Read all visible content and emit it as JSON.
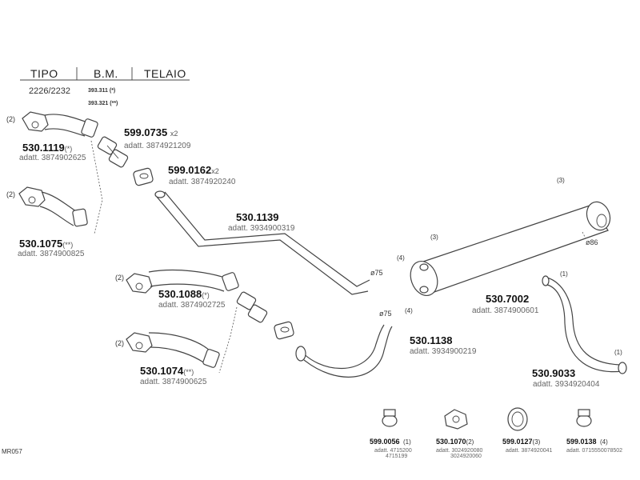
{
  "header": {
    "tipo_label": "TIPO",
    "bm_label": "B.M.",
    "telaio_label": "TELAIO",
    "model": "2226/2232",
    "bm_code_1": "393.311",
    "bm_code_1_mark": "(*)",
    "bm_code_2": "393.321",
    "bm_code_2_mark": "(**)"
  },
  "parts": {
    "p530_1119": {
      "number": "530.1119",
      "suffix": "(*)",
      "adatt": "adatt. 3874902625",
      "mark": "(2)"
    },
    "p530_1075": {
      "number": "530.1075",
      "suffix": "(**)",
      "adatt": "adatt. 3874900825",
      "mark": "(2)"
    },
    "p599_0735": {
      "number": "599.0735",
      "suffix": "x2",
      "adatt": "adatt. 3874921209"
    },
    "p599_0162": {
      "number": "599.0162",
      "suffix": "x2",
      "adatt": "adatt. 3874920240"
    },
    "p530_1139": {
      "number": "530.1139",
      "adatt": "adatt. 3934900319",
      "diameter": "ø75"
    },
    "p530_1088": {
      "number": "530.1088",
      "suffix": "(*)",
      "adatt": "adatt. 3874902725",
      "mark": "(2)"
    },
    "p530_1074": {
      "number": "530.1074",
      "suffix": "(**)",
      "adatt": "adatt. 3874900625",
      "mark": "(2)"
    },
    "p530_1138": {
      "number": "530.1138",
      "adatt": "adatt. 3934900219",
      "diameter": "ø75"
    },
    "p530_7002": {
      "number": "530.7002",
      "adatt": "adatt. 3874900601",
      "mark_top": "(3)",
      "mark_left": "(3)",
      "mark_inlet_top": "(4)",
      "mark_inlet_bottom": "(4)",
      "diameter": "ø86"
    },
    "p530_9033": {
      "number": "530.9033",
      "adatt": "adatt. 3934920404",
      "mark_top": "(1)",
      "mark_end": "(1)"
    }
  },
  "legend": [
    {
      "number": "599.0056",
      "mark": "(1)",
      "adatt_1": "adatt. 4715200",
      "adatt_2": "4715199"
    },
    {
      "number": "530.1070",
      "mark": "(2)",
      "adatt_1": "adatt. 3024920080",
      "adatt_2": "3024920060"
    },
    {
      "number": "599.0127",
      "mark": "(3)",
      "adatt_1": "adatt. 3874920041",
      "adatt_2": ""
    },
    {
      "number": "599.0138",
      "mark": "(4)",
      "adatt_1": "adatt. 0715550078502",
      "adatt_2": ""
    }
  ],
  "footer": {
    "code": "MR057"
  }
}
